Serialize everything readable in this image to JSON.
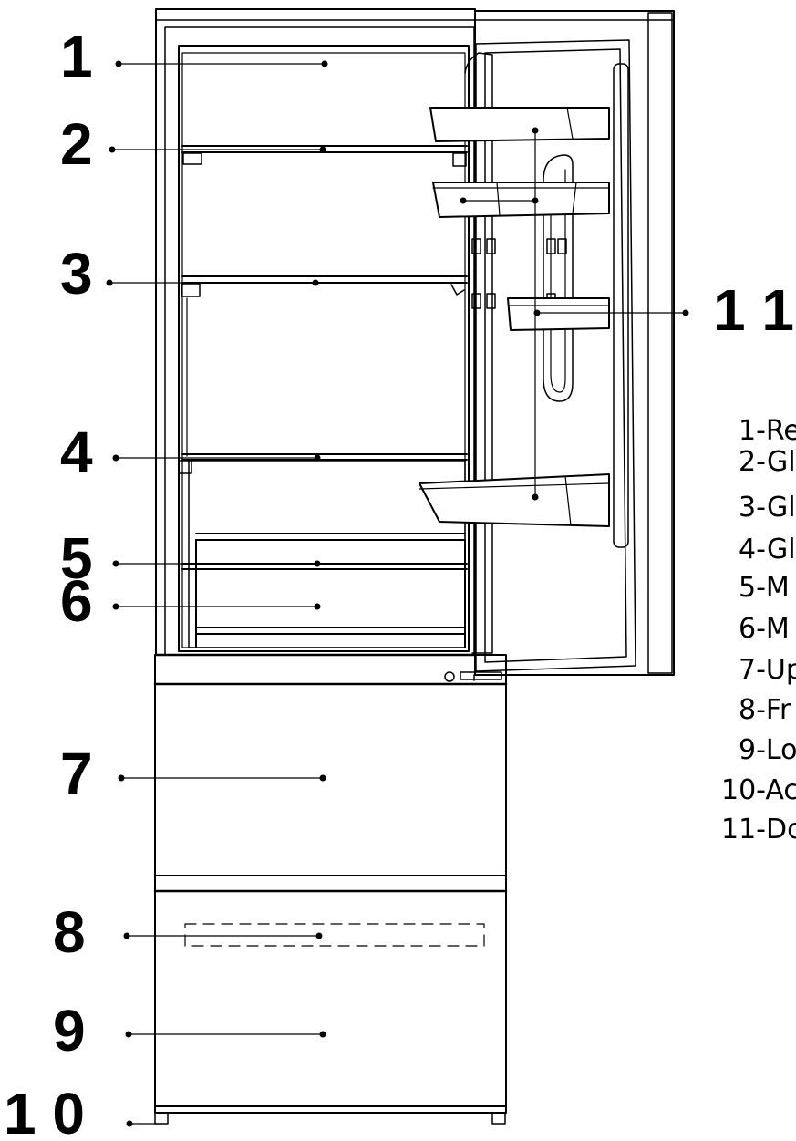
{
  "diagram": {
    "callouts": [
      {
        "id": "1",
        "label": "1"
      },
      {
        "id": "2",
        "label": "2"
      },
      {
        "id": "3",
        "label": "3"
      },
      {
        "id": "4",
        "label": "4"
      },
      {
        "id": "5",
        "label": "5"
      },
      {
        "id": "6",
        "label": "6"
      },
      {
        "id": "7",
        "label": "7"
      },
      {
        "id": "8",
        "label": "8"
      },
      {
        "id": "9",
        "label": "9"
      },
      {
        "id": "10",
        "label": "1 0"
      },
      {
        "id": "11",
        "label": "1 1"
      }
    ],
    "legend": [
      "1-Re",
      "2-Gl",
      "3-Gl",
      "4-Gl",
      "5-M",
      "6-M",
      "7-Up",
      "8-Fr",
      "9-Lo",
      "10-Ac",
      "11-Do"
    ]
  }
}
